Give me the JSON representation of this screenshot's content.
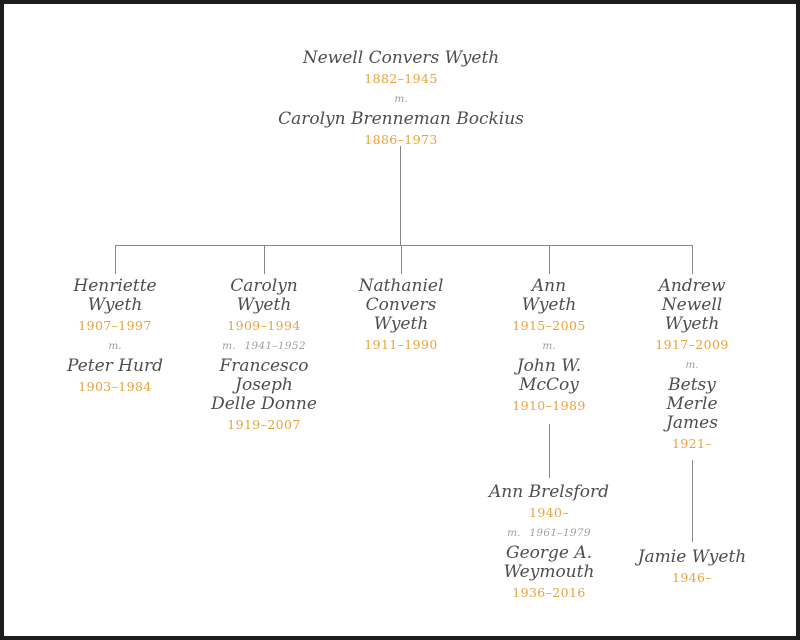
{
  "diagram": {
    "type": "family-tree",
    "colors": {
      "name_text": "#4e4e4e",
      "dates_text": "#e8a33d",
      "marriage_text": "#9e9e9e",
      "connector_line": "#878787",
      "frame_border": "#1c1c1c",
      "background": "#ffffff"
    },
    "root_couple": {
      "person1": {
        "name": "Newell Convers Wyeth",
        "dates": "1882–1945"
      },
      "marriage": {
        "label": "m."
      },
      "person2": {
        "name": "Carolyn Brenneman Bockius",
        "dates": "1886–1973"
      }
    },
    "children": [
      {
        "name": "Henriette\nWyeth",
        "dates": "1907–1997",
        "marriage": {
          "label": "m."
        },
        "spouse": {
          "name": "Peter Hurd",
          "dates": "1903–1984"
        }
      },
      {
        "name": "Carolyn\nWyeth",
        "dates": "1909–1994",
        "marriage": {
          "label": "m.",
          "years": "1941–1952"
        },
        "spouse": {
          "name": "Francesco\nJoseph\nDelle Donne",
          "dates": "1919–2007"
        }
      },
      {
        "name": "Nathaniel\nConvers\nWyeth",
        "dates": "1911–1990"
      },
      {
        "name": "Ann\nWyeth",
        "dates": "1915–2005",
        "marriage": {
          "label": "m."
        },
        "spouse": {
          "name": "John W.\nMcCoy",
          "dates": "1910–1989"
        }
      },
      {
        "name": "Andrew\nNewell\nWyeth",
        "dates": "1917–2009",
        "marriage": {
          "label": "m."
        },
        "spouse": {
          "name": "Betsy\nMerle\nJames",
          "dates": "1921–"
        }
      }
    ],
    "grandchildren": [
      {
        "child_of": "Ann Wyeth & John W. McCoy",
        "name": "Ann Brelsford",
        "dates": "1940–",
        "marriage": {
          "label": "m.",
          "years": "1961–1979"
        },
        "spouse": {
          "name": "George A.\nWeymouth",
          "dates": "1936–2016"
        }
      },
      {
        "child_of": "Andrew Newell Wyeth & Betsy Merle James",
        "name": "Jamie Wyeth",
        "dates": "1946–"
      }
    ]
  }
}
